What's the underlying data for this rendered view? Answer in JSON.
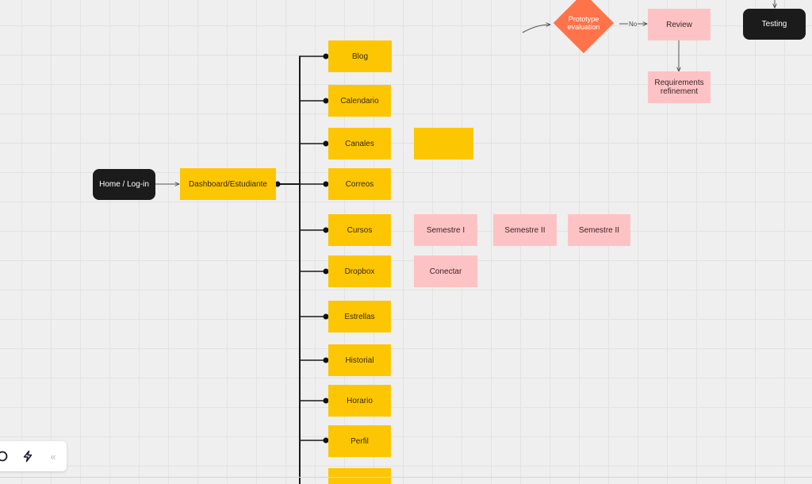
{
  "diagram": {
    "entry": {
      "label": "Home / Log-in"
    },
    "dashboard": {
      "label": "Dashboard/Estudiante"
    },
    "menu": [
      {
        "label": "Blog"
      },
      {
        "label": "Calendario"
      },
      {
        "label": "Canales"
      },
      {
        "label": "Correos"
      },
      {
        "label": "Cursos"
      },
      {
        "label": "Dropbox"
      },
      {
        "label": "Estrellas"
      },
      {
        "label": "Historial"
      },
      {
        "label": "Horario"
      },
      {
        "label": "Perfil"
      },
      {
        "label": ""
      }
    ],
    "canales_sub": {
      "label": ""
    },
    "cursos_sub": [
      {
        "label": "Semestre I"
      },
      {
        "label": "Semestre II"
      },
      {
        "label": "Semestre II"
      }
    ],
    "dropbox_sub": {
      "label": "Conectar"
    },
    "process": {
      "decision": "Prototype evaluation",
      "no_label": "No",
      "review": "Review",
      "refinement": "Requirements refinement",
      "testing": "Testing"
    }
  },
  "toolbar": {
    "icons": [
      "circle-icon",
      "lightning-icon",
      "collapse-chevrons-icon"
    ],
    "collapse_glyph": "«"
  },
  "colors": {
    "yellow": "#fdc602",
    "pink": "#fdc3c4",
    "dark": "#1b1b1b",
    "orange": "#fe7349",
    "canvas": "#efefef"
  }
}
